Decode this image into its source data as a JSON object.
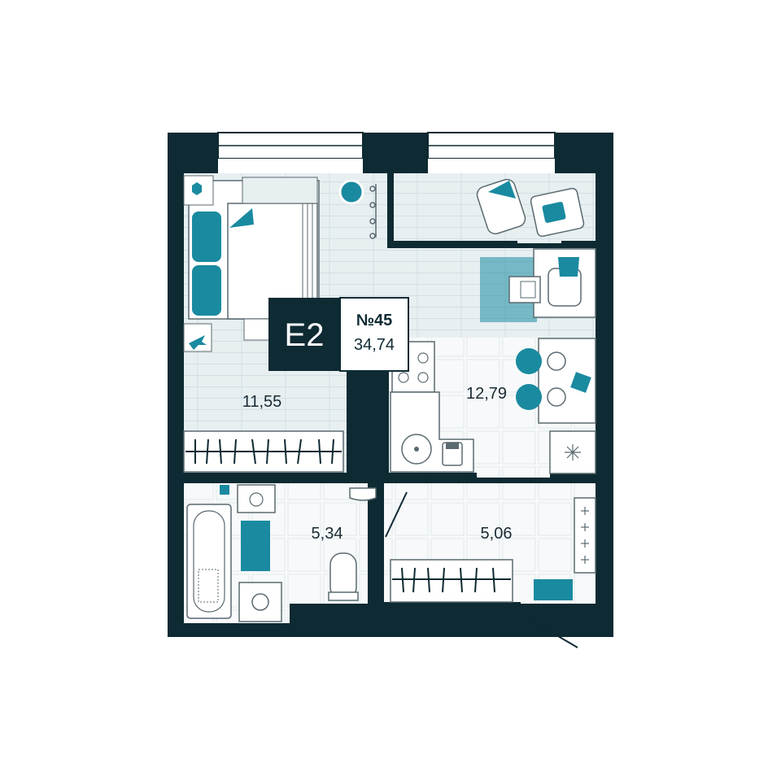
{
  "apartment": {
    "type_code": "E2",
    "number": "№45",
    "total_area": "34,74"
  },
  "rooms": [
    {
      "id": "bedroom",
      "area": "11,55"
    },
    {
      "id": "kitchen-living",
      "area": "12,79"
    },
    {
      "id": "bathroom",
      "area": "5,34"
    },
    {
      "id": "hallway",
      "area": "5,06"
    }
  ],
  "colors": {
    "wall": "#0e2a33",
    "accent": "#1a8aa0",
    "floor_wood": "#e6eef0",
    "floor_tile": "#f4f6f7",
    "line": "#5a6a70"
  }
}
